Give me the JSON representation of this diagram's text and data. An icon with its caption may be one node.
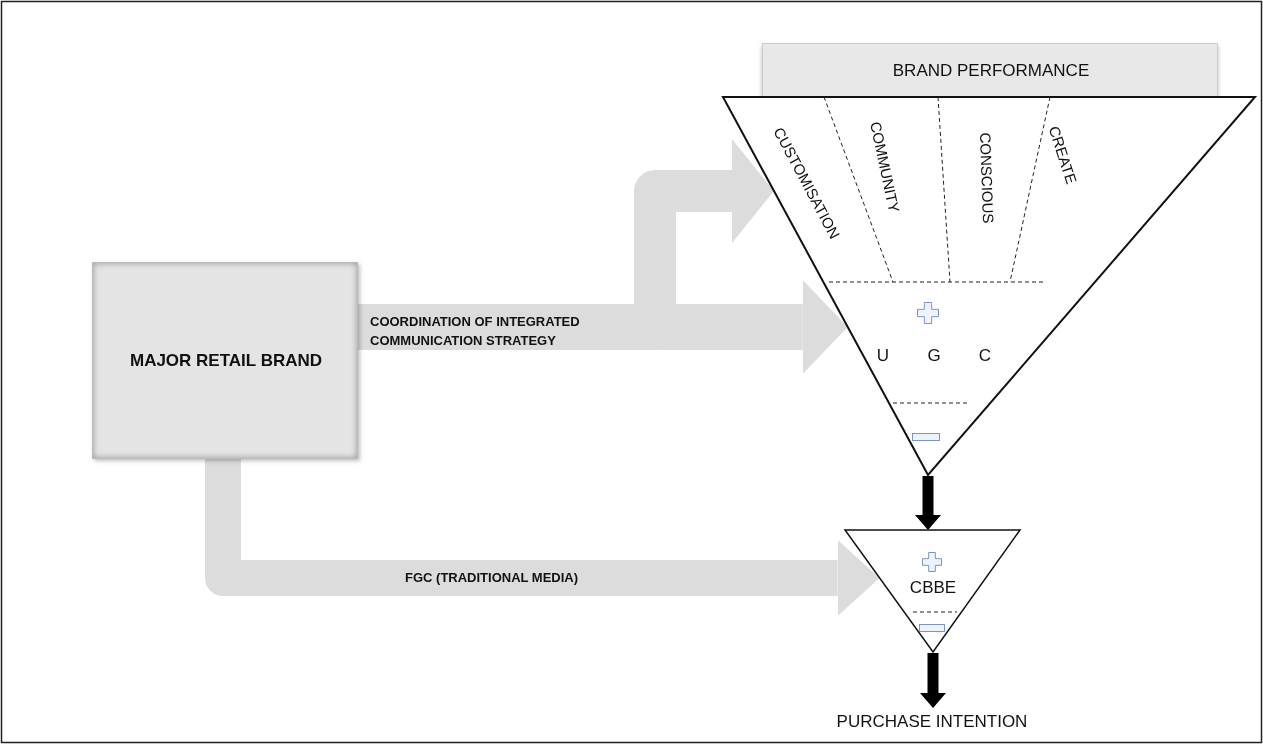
{
  "diagram": {
    "nodes": [
      {
        "text": [
          "MAJOR RETAIL BRAND"
        ]
      },
      {
        "text": [
          "BRAND PERFORMANCE"
        ]
      },
      {
        "text": [
          "CUSTOMISATION",
          "COMMUNITY",
          "CONSCIOUS",
          "CREATE",
          "U",
          "G",
          "C"
        ]
      },
      {
        "text": [
          "CBBE"
        ]
      },
      {
        "text": [
          "PURCHASE INTENTION"
        ]
      }
    ],
    "edges": [
      {
        "from": 0,
        "to": 2,
        "arrow": "to",
        "label": "COORDINATION OF INTEGRATED COMMUNICATION STRATEGY"
      },
      {
        "from": 0,
        "to": 2,
        "arrow": "to"
      },
      {
        "from": 0,
        "to": 3,
        "arrow": "to",
        "label": "FGC (TRADITIONAL MEDIA)"
      },
      {
        "from": 2,
        "to": 3,
        "arrow": "to",
        "color": "#000000"
      },
      {
        "from": 3,
        "to": 4,
        "arrow": "to",
        "color": "#000000"
      }
    ]
  }
}
